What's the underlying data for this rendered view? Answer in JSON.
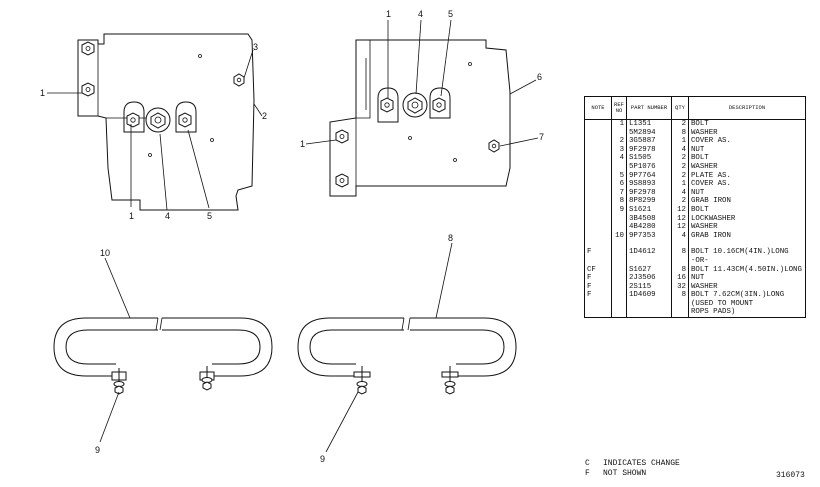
{
  "callouts": {
    "top_left": [
      "1",
      "1",
      "4",
      "5",
      "3",
      "2"
    ],
    "top_right": [
      "1",
      "4",
      "5",
      "6",
      "7",
      "1"
    ],
    "bottom_left": [
      "10",
      "9"
    ],
    "bottom_right": [
      "8",
      "9"
    ]
  },
  "table": {
    "headers": {
      "note": "NOTE",
      "ref": "REF NO",
      "part": "PART NUMBER",
      "qty": "QTY",
      "desc": "DESCRIPTION"
    },
    "rows": [
      {
        "note": "",
        "ref": "1",
        "part": "L1351",
        "qty": "2",
        "desc": "BOLT"
      },
      {
        "note": "",
        "ref": "",
        "part": "5M2894",
        "qty": "8",
        "desc": "WASHER"
      },
      {
        "note": "",
        "ref": "2",
        "part": "3G5887",
        "qty": "1",
        "desc": "COVER AS."
      },
      {
        "note": "",
        "ref": "3",
        "part": "9F2978",
        "qty": "4",
        "desc": "NUT"
      },
      {
        "note": "",
        "ref": "4",
        "part": "S1505",
        "qty": "2",
        "desc": "BOLT"
      },
      {
        "note": "",
        "ref": "",
        "part": "5P1076",
        "qty": "2",
        "desc": "WASHER"
      },
      {
        "note": "",
        "ref": "5",
        "part": "9P7764",
        "qty": "2",
        "desc": "PLATE AS."
      },
      {
        "note": "",
        "ref": "6",
        "part": "9S8893",
        "qty": "1",
        "desc": "COVER AS."
      },
      {
        "note": "",
        "ref": "7",
        "part": "9F2978",
        "qty": "4",
        "desc": "NUT"
      },
      {
        "note": "",
        "ref": "8",
        "part": "8P8299",
        "qty": "2",
        "desc": "GRAB IRON"
      },
      {
        "note": "",
        "ref": "9",
        "part": "S1621",
        "qty": "12",
        "desc": "BOLT"
      },
      {
        "note": "",
        "ref": "",
        "part": "3B4508",
        "qty": "12",
        "desc": "LOCKWASHER"
      },
      {
        "note": "",
        "ref": "",
        "part": "4B4280",
        "qty": "12",
        "desc": "WASHER"
      },
      {
        "note": "",
        "ref": "10",
        "part": "9P7353",
        "qty": "4",
        "desc": "GRAB IRON"
      },
      {
        "note": "F",
        "ref": "",
        "part": "1D4612",
        "qty": "8",
        "desc": "BOLT 10.16CM(4IN.)LONG"
      },
      {
        "note": "",
        "ref": "",
        "part": "",
        "qty": "",
        "desc": "-OR-"
      },
      {
        "note": "CF",
        "ref": "",
        "part": "S1627",
        "qty": "8",
        "desc": "BOLT 11.43CM(4.50IN.)LONG"
      },
      {
        "note": "F",
        "ref": "",
        "part": "2J3506",
        "qty": "16",
        "desc": "NUT"
      },
      {
        "note": "F",
        "ref": "",
        "part": "2S115",
        "qty": "32",
        "desc": "WASHER"
      },
      {
        "note": "F",
        "ref": "",
        "part": "1D4609",
        "qty": "8",
        "desc": "BOLT 7.62CM(3IN.)LONG"
      },
      {
        "note": "",
        "ref": "",
        "part": "",
        "qty": "",
        "desc": "(USED TO MOUNT"
      },
      {
        "note": "",
        "ref": "",
        "part": "",
        "qty": "",
        "desc": "ROPS PADS)"
      }
    ]
  },
  "legend": [
    {
      "code": "C",
      "text": "INDICATES CHANGE"
    },
    {
      "code": "F",
      "text": "NOT SHOWN"
    }
  ],
  "illustration_number": "316073"
}
